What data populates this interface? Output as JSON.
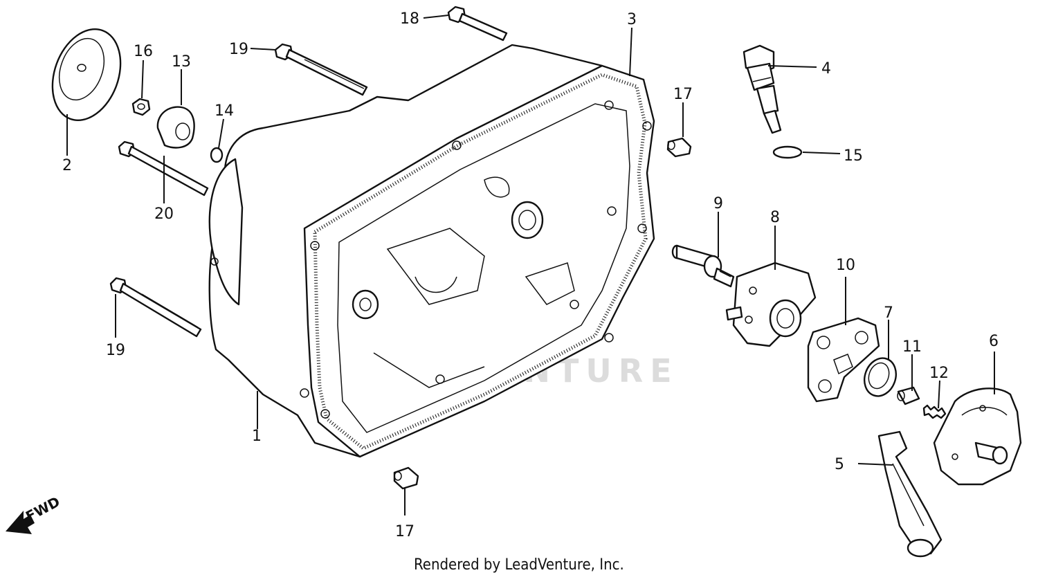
{
  "diagram": {
    "callouts": [
      {
        "id": "c-1",
        "label": "1"
      },
      {
        "id": "c-2",
        "label": "2"
      },
      {
        "id": "c-3",
        "label": "3"
      },
      {
        "id": "c-4",
        "label": "4"
      },
      {
        "id": "c-5",
        "label": "5"
      },
      {
        "id": "c-6",
        "label": "6"
      },
      {
        "id": "c-7",
        "label": "7"
      },
      {
        "id": "c-8",
        "label": "8"
      },
      {
        "id": "c-9",
        "label": "9"
      },
      {
        "id": "c-10",
        "label": "10"
      },
      {
        "id": "c-11",
        "label": "11"
      },
      {
        "id": "c-12",
        "label": "12"
      },
      {
        "id": "c-13",
        "label": "13"
      },
      {
        "id": "c-14",
        "label": "14"
      },
      {
        "id": "c-15",
        "label": "15"
      },
      {
        "id": "c-16",
        "label": "16"
      },
      {
        "id": "c-17a",
        "label": "17"
      },
      {
        "id": "c-17b",
        "label": "17"
      },
      {
        "id": "c-18",
        "label": "18"
      },
      {
        "id": "c-19a",
        "label": "19"
      },
      {
        "id": "c-19b",
        "label": "19"
      },
      {
        "id": "c-20",
        "label": "20"
      }
    ],
    "direction_label": "FWD",
    "watermark": "LEADVENTURE",
    "footer": "Rendered by LeadVenture, Inc."
  }
}
